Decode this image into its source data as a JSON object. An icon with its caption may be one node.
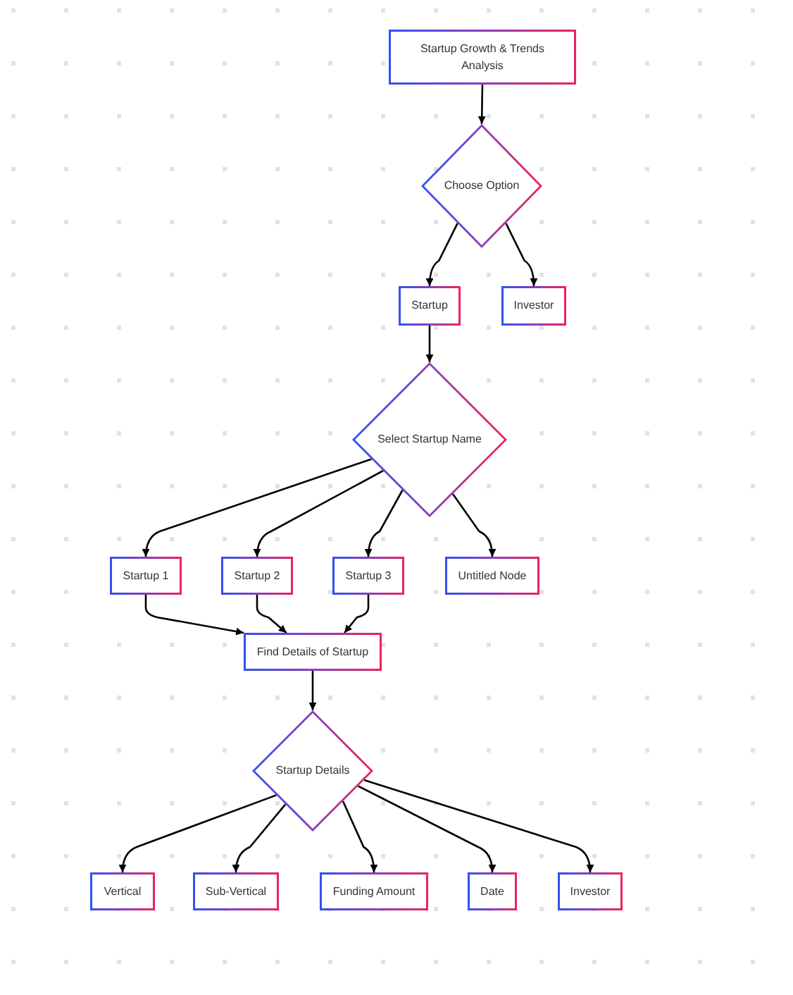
{
  "diagram": {
    "nodes": [
      {
        "text": [
          "Startup Growth & Trends Analysis"
        ]
      },
      {
        "text": [
          "Choose Option"
        ]
      },
      {
        "text": [
          "Startup"
        ]
      },
      {
        "text": [
          "Investor"
        ]
      },
      {
        "text": [
          "Select Startup Name"
        ]
      },
      {
        "text": [
          "Startup 1"
        ]
      },
      {
        "text": [
          "Startup 2"
        ]
      },
      {
        "text": [
          "Startup 3"
        ]
      },
      {
        "text": [
          "Untitled Node"
        ]
      },
      {
        "text": [
          "Find Details of Startup"
        ]
      },
      {
        "text": [
          "Startup Details"
        ]
      },
      {
        "text": [
          "Vertical"
        ]
      },
      {
        "text": [
          "Sub-Vertical"
        ]
      },
      {
        "text": [
          "Funding Amount"
        ]
      },
      {
        "text": [
          "Date"
        ]
      },
      {
        "text": [
          "Investor"
        ]
      }
    ],
    "edges": [
      {
        "from": 0,
        "to": 1,
        "arrow": "to"
      },
      {
        "from": 1,
        "to": 2,
        "arrow": "to"
      },
      {
        "from": 1,
        "to": 3,
        "arrow": "to"
      },
      {
        "from": 2,
        "to": 4,
        "arrow": "to"
      },
      {
        "from": 4,
        "to": 5,
        "arrow": "to"
      },
      {
        "from": 4,
        "to": 6,
        "arrow": "to"
      },
      {
        "from": 4,
        "to": 7,
        "arrow": "to"
      },
      {
        "from": 4,
        "to": 8,
        "arrow": "to"
      },
      {
        "from": 5,
        "to": 9,
        "arrow": "to"
      },
      {
        "from": 6,
        "to": 9,
        "arrow": "to"
      },
      {
        "from": 7,
        "to": 9,
        "arrow": "to"
      },
      {
        "from": 9,
        "to": 10,
        "arrow": "to"
      },
      {
        "from": 10,
        "to": 11,
        "arrow": "to"
      },
      {
        "from": 10,
        "to": 12,
        "arrow": "to"
      },
      {
        "from": 10,
        "to": 13,
        "arrow": "to"
      },
      {
        "from": 10,
        "to": 14,
        "arrow": "to"
      },
      {
        "from": 10,
        "to": 15,
        "arrow": "to"
      }
    ]
  }
}
